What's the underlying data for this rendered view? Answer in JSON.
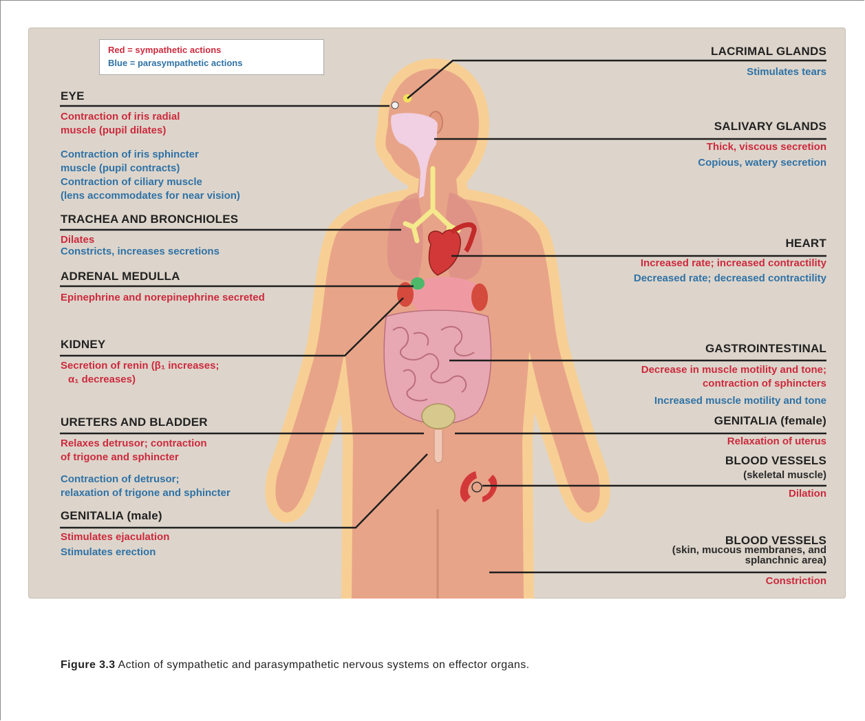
{
  "legend": {
    "red": "Red = sympathetic actions",
    "blue": "Blue = parasympathetic actions"
  },
  "colors": {
    "sympathetic": "#cc2a3d",
    "parasympathetic": "#2f72a6",
    "background": "#ddd5cb",
    "body": "#e8a488",
    "glow": "#f7cf95"
  },
  "left": {
    "eye": {
      "title": "EYE",
      "red1": "Contraction of iris radial",
      "red2": "muscle (pupil dilates)",
      "blue1": "Contraction of iris sphincter",
      "blue2": "muscle (pupil contracts)",
      "blue3": "Contraction of ciliary muscle",
      "blue4": "(lens accommodates for near vision)"
    },
    "trachea": {
      "title": "TRACHEA AND BRONCHIOLES",
      "red": "Dilates",
      "blue": "Constricts, increases secretions"
    },
    "adrenal": {
      "title": "ADRENAL MEDULLA",
      "red": "Epinephrine and norepinephrine secreted"
    },
    "kidney": {
      "title": "KIDNEY",
      "red1": "Secretion of renin (β₁ increases;",
      "red2": "α₁ decreases)"
    },
    "ureters": {
      "title": "URETERS AND BLADDER",
      "red1": "Relaxes detrusor; contraction",
      "red2": "of trigone and sphincter",
      "blue1": "Contraction of detrusor;",
      "blue2": "relaxation of trigone and sphincter"
    },
    "genitalia_male": {
      "title": "GENITALIA (male)",
      "red": "Stimulates ejaculation",
      "blue": "Stimulates erection"
    }
  },
  "right": {
    "lacrimal": {
      "title": "LACRIMAL GLANDS",
      "blue": "Stimulates tears"
    },
    "salivary": {
      "title": "SALIVARY GLANDS",
      "red": "Thick, viscous secretion",
      "blue": "Copious, watery secretion"
    },
    "heart": {
      "title": "HEART",
      "red": "Increased rate; increased contractility",
      "blue": "Decreased rate; decreased contractility"
    },
    "gi": {
      "title": "GASTROINTESTINAL",
      "red1": "Decrease in muscle motility and tone;",
      "red2": "contraction of sphincters",
      "blue": "Increased muscle motility and tone"
    },
    "genitalia_female": {
      "title": "GENITALIA (female)",
      "red": "Relaxation of uterus"
    },
    "vessels_skeletal": {
      "title": "BLOOD VESSELS",
      "sub": "(skeletal muscle)",
      "red": "Dilation"
    },
    "vessels_skin": {
      "title": "BLOOD VESSELS",
      "sub1": "(skin, mucous membranes, and",
      "sub2": "splanchnic area)",
      "red": "Constriction"
    }
  },
  "caption": {
    "label": "Figure 3.3",
    "text": " Action of sympathetic and parasympathetic nervous systems on effector organs."
  }
}
